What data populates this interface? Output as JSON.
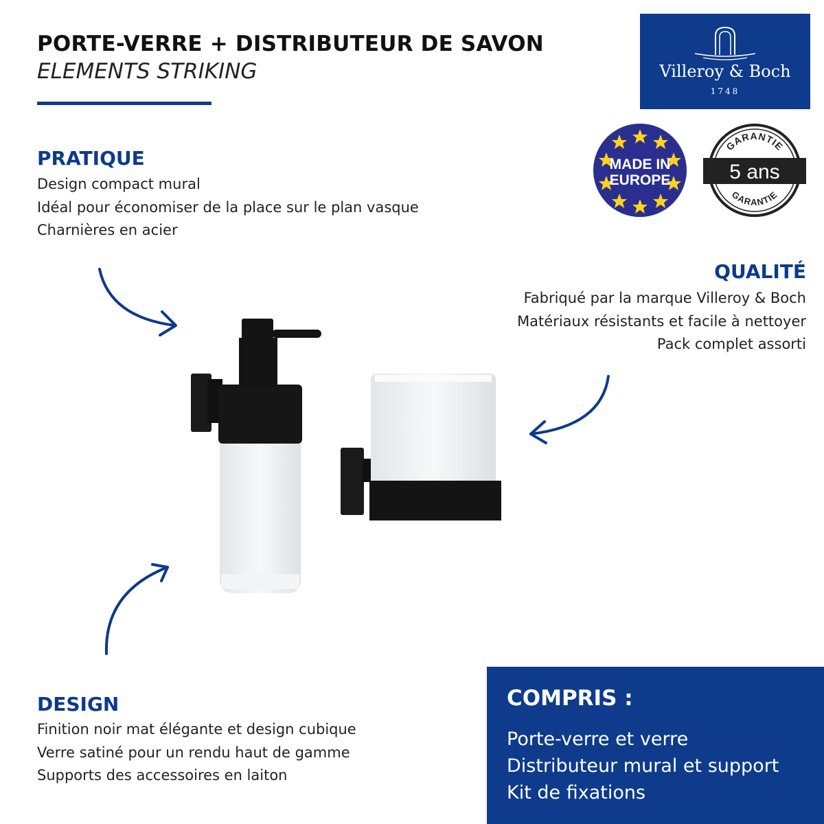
{
  "header": {
    "title": "PORTE-VERRE + DISTRIBUTEUR DE SAVON",
    "subtitle": "ELEMENTS STRIKING"
  },
  "brand": {
    "name": "Villeroy & Boch",
    "year": "1748",
    "color": "#0e3b8c"
  },
  "badges": {
    "europe": {
      "line1": "MADE IN",
      "line2": "EUROPE",
      "color": "#2a2f8f",
      "star_color": "#ffd21f"
    },
    "guarantee": {
      "top": "GARANTIE",
      "middle": "5 ans",
      "bottom": "GARANTIE"
    }
  },
  "sections": {
    "pratique": {
      "heading": "PRATIQUE",
      "lines": [
        "Design compact mural",
        "Idéal pour économiser de la place sur le plan vasque",
        "Charnières en acier"
      ]
    },
    "qualite": {
      "heading": "QUALITÉ",
      "lines": [
        "Fabriqué par la marque Villeroy & Boch",
        "Matériaux résistants et facile à nettoyer",
        "Pack complet assorti"
      ]
    },
    "design": {
      "heading": "DESIGN",
      "lines": [
        "Finition noir mat élégante et design cubique",
        "Verre satiné pour un rendu haut de gamme",
        "Supports des accessoires en laiton"
      ]
    }
  },
  "compris": {
    "heading": "COMPRIS :",
    "lines": [
      "Porte-verre et verre",
      "Distributeur mural et support",
      "Kit de fixations"
    ]
  },
  "colors": {
    "accent": "#0d3a8a",
    "product_black": "#141414",
    "frosted_glass": "#eef0f1"
  }
}
